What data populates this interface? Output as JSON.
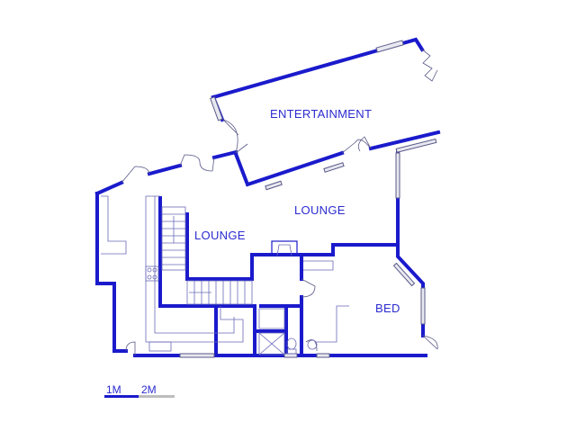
{
  "rooms": {
    "entertainment": "ENTERTAINMENT",
    "lounge_upper": "LOUNGE",
    "lounge_lower": "LOUNGE",
    "bed": "BED"
  },
  "scale": {
    "label_1": "1M",
    "label_2": "2M"
  },
  "colors": {
    "wall": "#1a1acc",
    "fixture": "#6a6ab8",
    "window": "#5a5a8a",
    "label": "#2b2bd0",
    "scale_gray": "#bdbdbd"
  }
}
